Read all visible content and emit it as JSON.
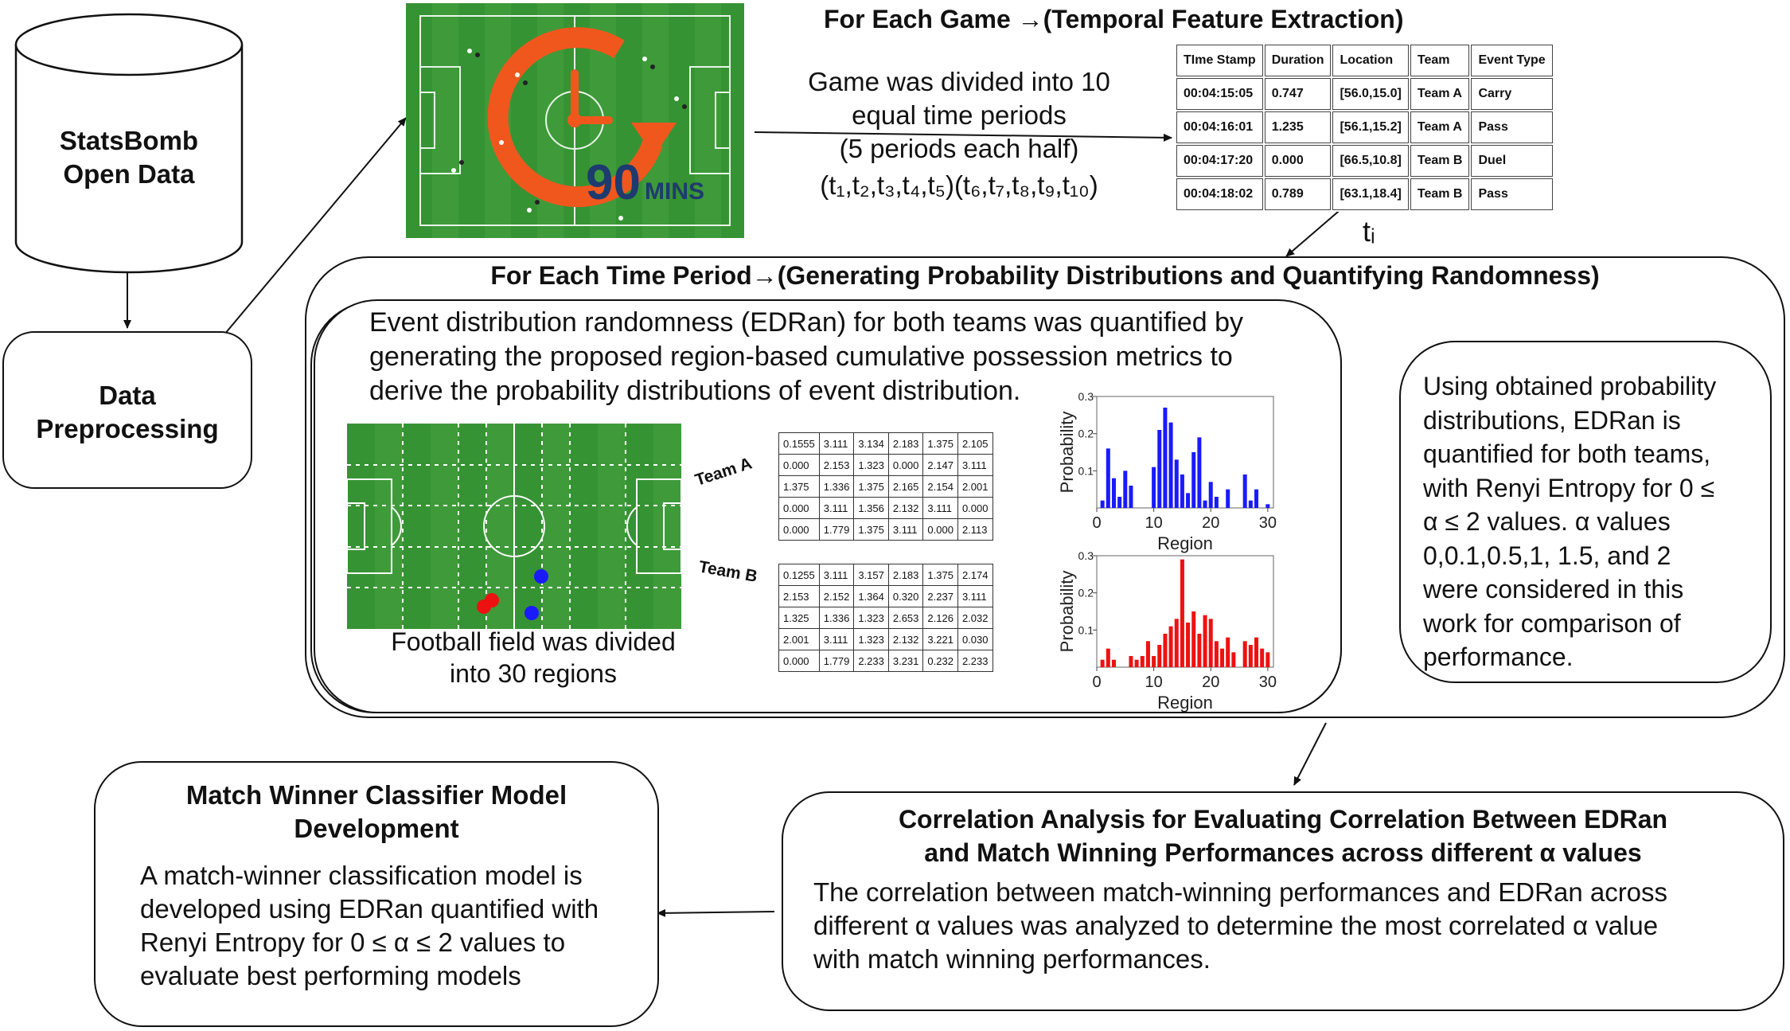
{
  "db": {
    "line1": "StatsBomb",
    "line2": "Open Data"
  },
  "prep": {
    "line1": "Data",
    "line2": "Preprocessing"
  },
  "game": {
    "title": "For Each Game →(Temporal Feature Extraction)",
    "desc": [
      "Game was divided into 10",
      "equal time periods",
      "(5 periods each half)",
      "(t₁,t₂,t₃,t₄,t₅)(t₆,t₇,t₈,t₉,t₁₀)"
    ],
    "clock_number": "90",
    "clock_unit": "MINS",
    "ti_label": "tᵢ"
  },
  "event_table": {
    "headers": [
      "TIme Stamp",
      "Duration",
      "Location",
      "Team",
      "Event Type"
    ],
    "rows": [
      [
        "00:04:15:05",
        "0.747",
        "[56.0,15.0]",
        "Team A",
        "Carry"
      ],
      [
        "00:04:16:01",
        "1.235",
        "[56.1,15.2]",
        "Team A",
        "Pass"
      ],
      [
        "00:04:17:20",
        "0.000",
        "[66.5,10.8]",
        "Team B",
        "Duel"
      ],
      [
        "00:04:18:02",
        "0.789",
        "[63.1,18.4]",
        "Team B",
        "Pass"
      ]
    ]
  },
  "period": {
    "title": "For Each Time Period→(Generating Probability Distributions and Quantifying Randomness)",
    "desc": [
      "Event distribution randomness (EDRan) for both teams was quantified by",
      "generating the proposed region-based cumulative possession metrics to",
      "derive the probability distributions of event distribution."
    ],
    "field_caption": [
      "Football field was divided",
      "into 30 regions"
    ],
    "team_a_label": "Team A",
    "team_b_label": "Team B",
    "team_a_matrix": [
      [
        "0.1555",
        "3.111",
        "3.134",
        "2.183",
        "1.375",
        "2.105"
      ],
      [
        "0.000",
        "2.153",
        "1.323",
        "0.000",
        "2.147",
        "3.111"
      ],
      [
        "1.375",
        "1.336",
        "1.375",
        "2.165",
        "2.154",
        "2.001"
      ],
      [
        "0.000",
        "3.111",
        "1.356",
        "2.132",
        "3.111",
        "0.000"
      ],
      [
        "0.000",
        "1.779",
        "1.375",
        "3.111",
        "0.000",
        "2.113"
      ]
    ],
    "team_b_matrix": [
      [
        "0.1255",
        "3.111",
        "3.157",
        "2.183",
        "1.375",
        "2.174"
      ],
      [
        "2.153",
        "2.152",
        "1.364",
        "0.320",
        "2.237",
        "3.111"
      ],
      [
        "1.325",
        "1.336",
        "1.323",
        "2.653",
        "2.126",
        "2.032"
      ],
      [
        "2.001",
        "3.111",
        "1.323",
        "2.132",
        "3.221",
        "0.030"
      ],
      [
        "0.000",
        "1.779",
        "2.233",
        "3.231",
        "0.232",
        "2.233"
      ]
    ]
  },
  "renyi": {
    "desc": [
      "Using obtained probability",
      "distributions, EDRan is",
      "quantified for both teams,",
      "with Renyi Entropy for 0 ≤",
      "α ≤ 2 values. α values",
      "0,0.1,0.5,1, 1.5, and 2",
      "were considered in this",
      "work for comparison of",
      "performance."
    ]
  },
  "classifier": {
    "title": [
      "Match Winner Classifier Model",
      "Development"
    ],
    "desc": [
      "A match-winner classification model is",
      "developed using EDRan quantified with",
      "Renyi Entropy for 0 ≤ α ≤ 2 values to",
      "evaluate best performing models"
    ]
  },
  "correlation": {
    "title": [
      "Correlation Analysis for Evaluating Correlation Between EDRan",
      "and Match Winning Performances across different α values"
    ],
    "desc": [
      "The correlation between match-winning performances and EDRan across",
      "different α values was analyzed to determine the most correlated α value",
      "with match winning performances."
    ]
  },
  "chart_data": [
    {
      "type": "bar",
      "series_color": "#1a1aff",
      "xlabel": "Region",
      "ylabel": "Probability",
      "xlim": [
        0,
        31
      ],
      "ylim": [
        0,
        0.3
      ],
      "xticks": [
        0,
        10,
        20,
        30
      ],
      "yticks": [
        0.1,
        0.2,
        0.3
      ],
      "x": [
        1,
        2,
        3,
        4,
        5,
        6,
        7,
        8,
        9,
        10,
        11,
        12,
        13,
        14,
        15,
        16,
        17,
        18,
        19,
        20,
        21,
        22,
        23,
        24,
        25,
        26,
        27,
        28,
        29,
        30
      ],
      "values": [
        0.02,
        0.16,
        0.08,
        0.03,
        0.1,
        0.06,
        0.0,
        0.0,
        0.0,
        0.11,
        0.21,
        0.27,
        0.23,
        0.13,
        0.09,
        0.04,
        0.15,
        0.19,
        0.02,
        0.07,
        0.03,
        0.0,
        0.05,
        0.0,
        0.0,
        0.09,
        0.02,
        0.05,
        0.0,
        0.01
      ]
    },
    {
      "type": "bar",
      "series_color": "#ee1111",
      "xlabel": "Region",
      "ylabel": "Probability",
      "xlim": [
        0,
        31
      ],
      "ylim": [
        0,
        0.3
      ],
      "xticks": [
        0,
        10,
        20,
        30
      ],
      "yticks": [
        0.1,
        0.2,
        0.3
      ],
      "x": [
        1,
        2,
        3,
        4,
        5,
        6,
        7,
        8,
        9,
        10,
        11,
        12,
        13,
        14,
        15,
        16,
        17,
        18,
        19,
        20,
        21,
        22,
        23,
        24,
        25,
        26,
        27,
        28,
        29,
        30
      ],
      "values": [
        0.02,
        0.05,
        0.02,
        0.0,
        0.0,
        0.03,
        0.02,
        0.03,
        0.07,
        0.03,
        0.06,
        0.09,
        0.11,
        0.13,
        0.29,
        0.12,
        0.15,
        0.09,
        0.14,
        0.13,
        0.07,
        0.05,
        0.08,
        0.04,
        0.0,
        0.07,
        0.06,
        0.08,
        0.05,
        0.04
      ]
    }
  ],
  "colors": {
    "clock": "#f0571d",
    "clock_text": "#1d3b6e",
    "pitch": "#3f9a3a",
    "team_a_dot": "#1a1aff",
    "team_b_dot": "#ee1111"
  }
}
